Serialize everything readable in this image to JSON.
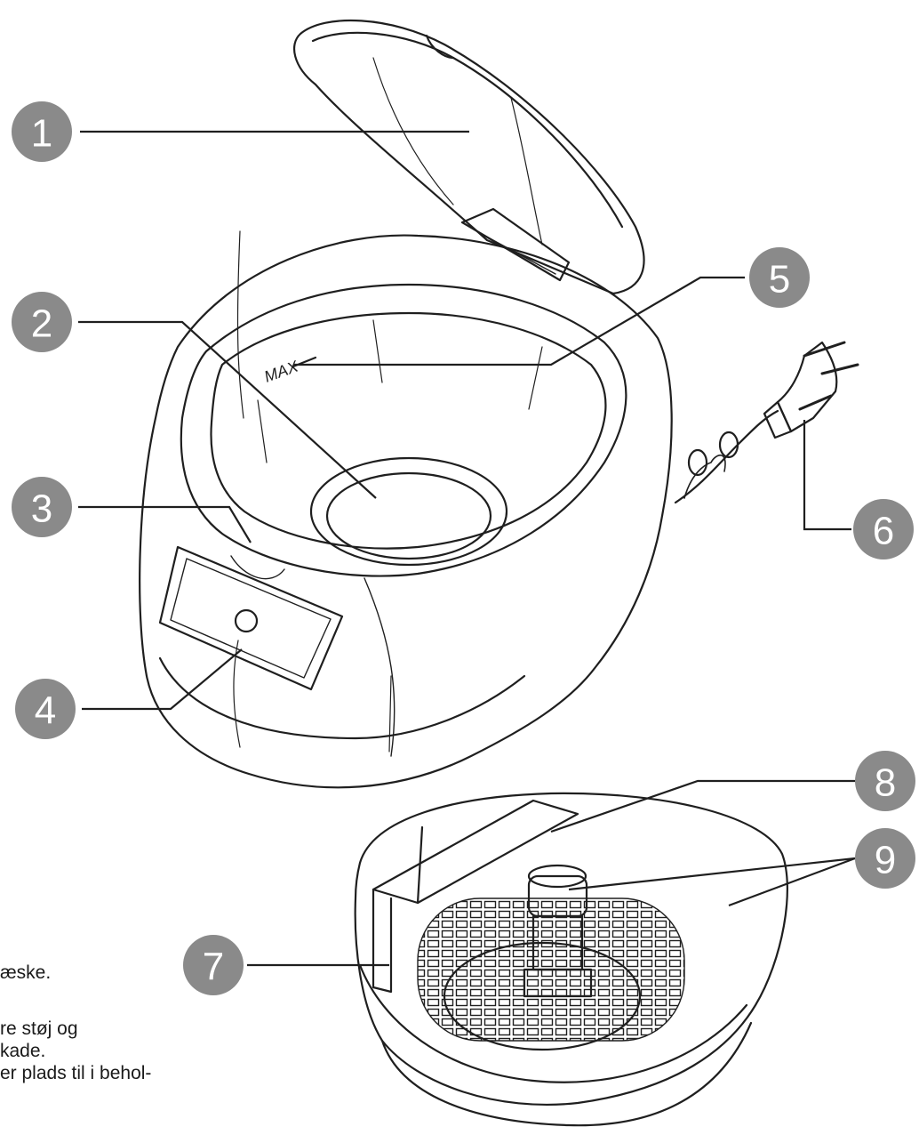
{
  "colors": {
    "outline": "#1f1f1f",
    "callout_fill": "#8a8a8a",
    "callout_text": "#ffffff",
    "background": "#ffffff"
  },
  "max_mark": "MAX",
  "callouts": [
    {
      "number": "1",
      "part": "lid"
    },
    {
      "number": "2",
      "part": "tank"
    },
    {
      "number": "3",
      "part": "tank-rim"
    },
    {
      "number": "4",
      "part": "control-panel"
    },
    {
      "number": "5",
      "part": "max-mark"
    },
    {
      "number": "6",
      "part": "power-plug"
    },
    {
      "number": "7",
      "part": "basket"
    },
    {
      "number": "8",
      "part": "basket-handle"
    },
    {
      "number": "9",
      "part": "holder"
    }
  ],
  "side_text": [
    "æske.",
    "re støj og",
    "kade.",
    "er plads til i behol-"
  ]
}
